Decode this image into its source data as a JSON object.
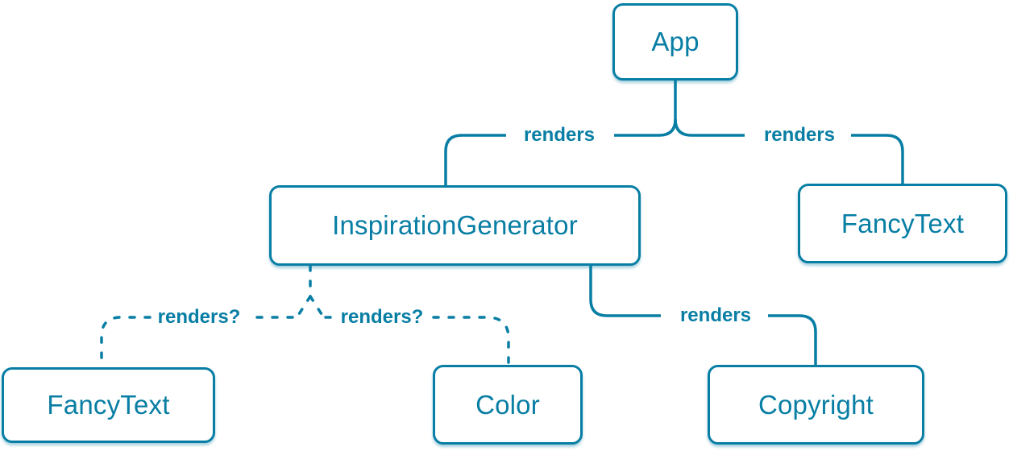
{
  "diagram": {
    "type": "component-render-tree",
    "accent_color": "#087ea4",
    "background_color": "#ffffff",
    "nodes": [
      {
        "id": "app",
        "label": "App"
      },
      {
        "id": "inspiration-generator",
        "label": "InspirationGenerator"
      },
      {
        "id": "fancy-text-top",
        "label": "FancyText"
      },
      {
        "id": "fancy-text-bottom",
        "label": "FancyText"
      },
      {
        "id": "color",
        "label": "Color"
      },
      {
        "id": "copyright",
        "label": "Copyright"
      }
    ],
    "edges": [
      {
        "from": "App",
        "to": "InspirationGenerator",
        "label": "renders",
        "style": "solid"
      },
      {
        "from": "App",
        "to": "FancyText",
        "label": "renders",
        "style": "solid"
      },
      {
        "from": "InspirationGenerator",
        "to": "FancyText",
        "label": "renders?",
        "style": "dashed"
      },
      {
        "from": "InspirationGenerator",
        "to": "Color",
        "label": "renders?",
        "style": "dashed"
      },
      {
        "from": "InspirationGenerator",
        "to": "Copyright",
        "label": "renders",
        "style": "solid"
      }
    ]
  }
}
